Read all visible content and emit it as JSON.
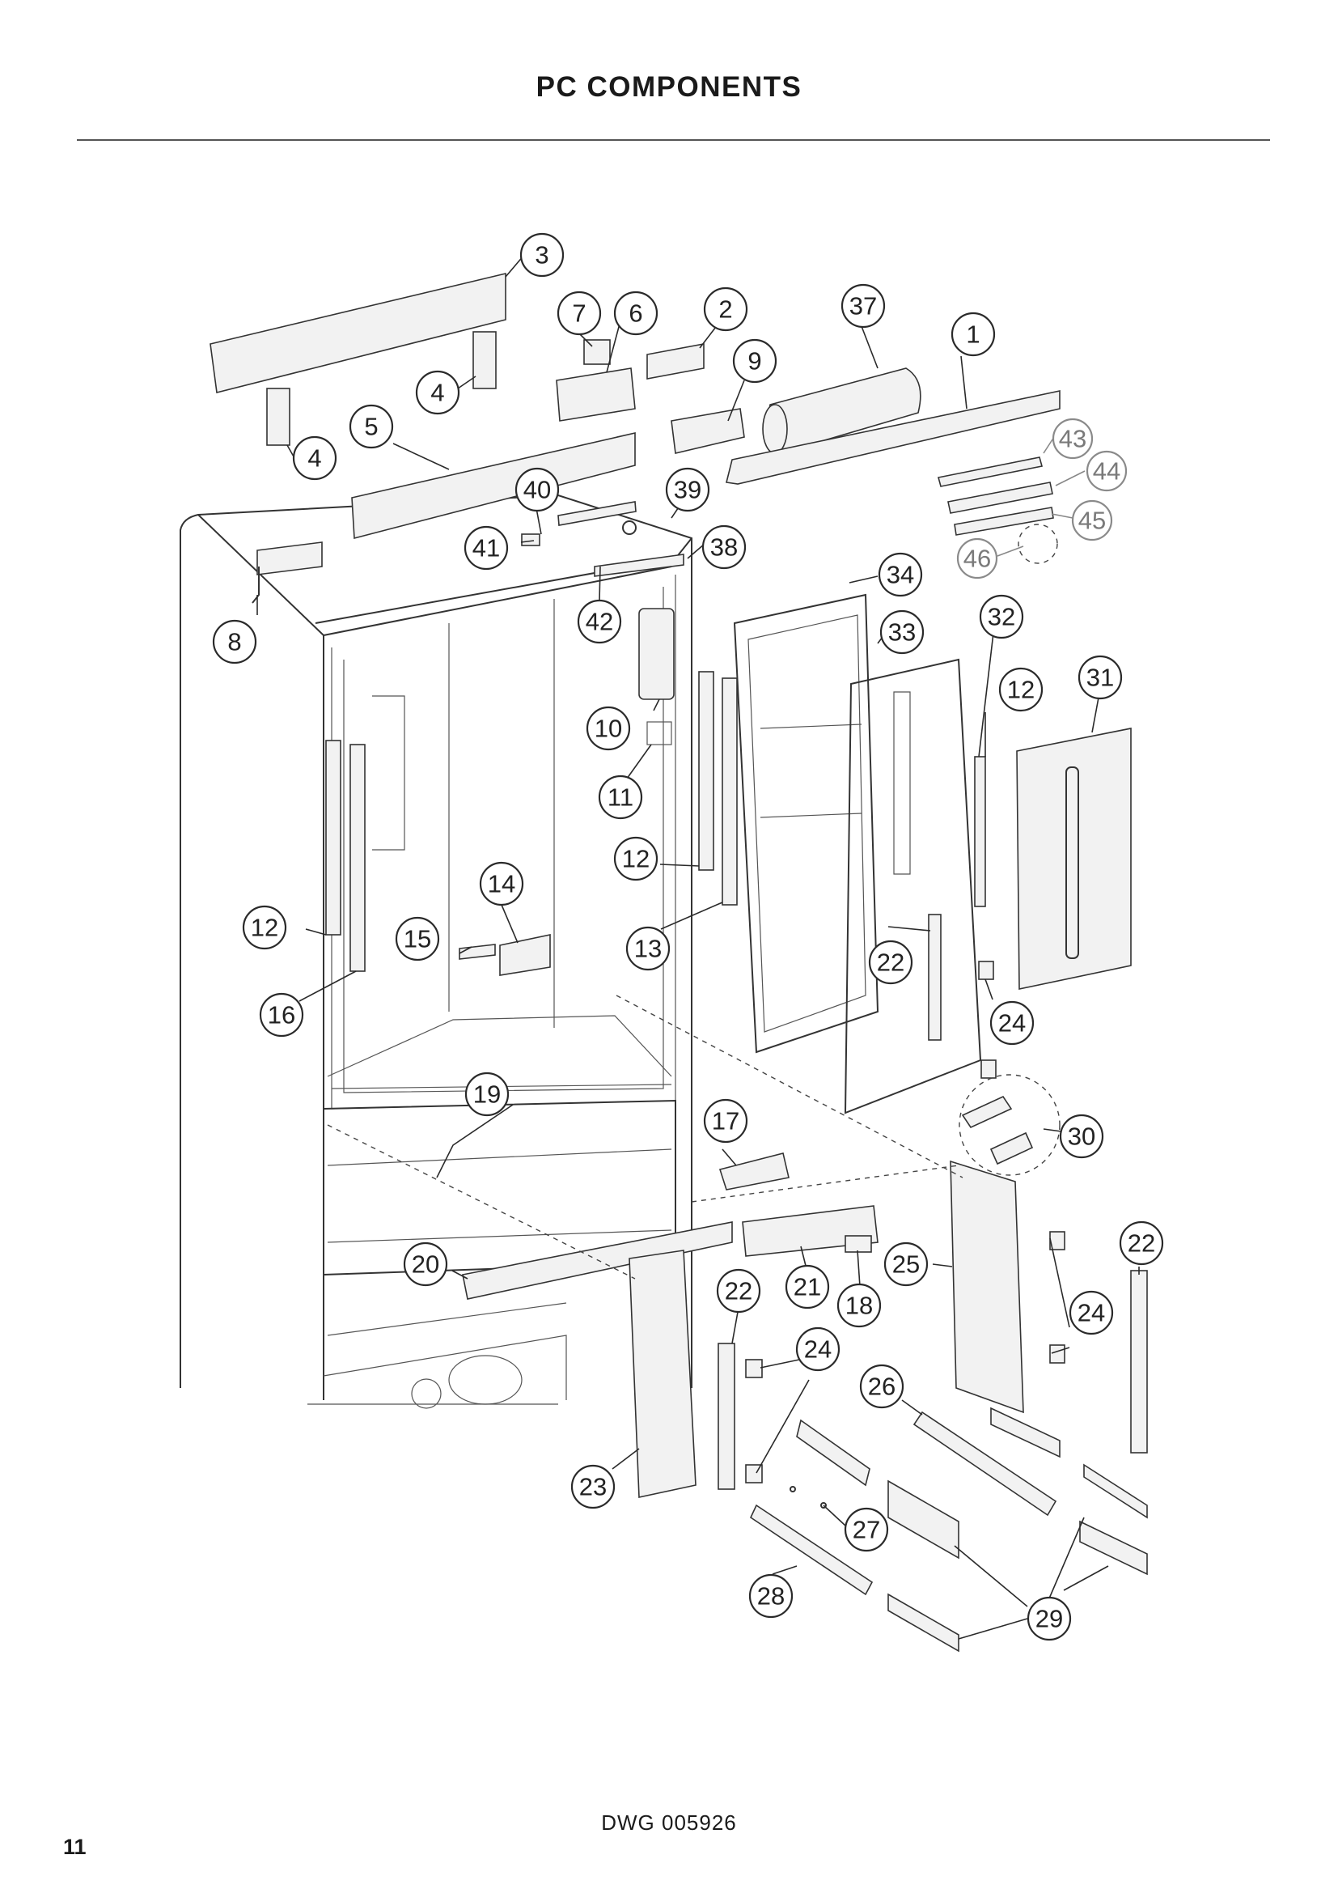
{
  "header": {
    "title": "PC COMPONENTS"
  },
  "footer": {
    "drawing_number": "DWG 005926",
    "page_number": "11"
  },
  "callouts": {
    "c1": "1",
    "c2": "2",
    "c3": "3",
    "c4a": "4",
    "c4b": "4",
    "c5": "5",
    "c6": "6",
    "c7": "7",
    "c8": "8",
    "c9": "9",
    "c10": "10",
    "c11": "11",
    "c12a": "12",
    "c12b": "12",
    "c12c": "12",
    "c13": "13",
    "c14": "14",
    "c15": "15",
    "c16": "16",
    "c17": "17",
    "c18": "18",
    "c19": "19",
    "c20": "20",
    "c21": "21",
    "c22a": "22",
    "c22b": "22",
    "c22c": "22",
    "c23": "23",
    "c24a": "24",
    "c24b": "24",
    "c24c": "24",
    "c25": "25",
    "c26": "26",
    "c27": "27",
    "c28": "28",
    "c29": "29",
    "c30": "30",
    "c31": "31",
    "c32": "32",
    "c33": "33",
    "c34": "34",
    "c37": "37",
    "c38": "38",
    "c39": "39",
    "c40": "40",
    "c41": "41",
    "c42": "42",
    "c43": "43",
    "c44": "44",
    "c45": "45",
    "c46": "46"
  }
}
